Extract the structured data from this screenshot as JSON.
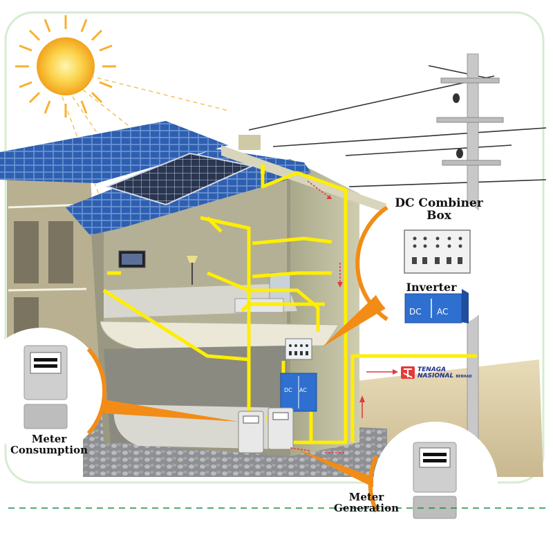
{
  "labels": {
    "dc_combiner_line1": "DC Combiner",
    "dc_combiner_line2": "Box",
    "inverter": "Inverter",
    "meter_consumption_line1": "Meter",
    "meter_consumption_line2": "Consumption",
    "meter_generation_line1": "Meter",
    "meter_generation_line2": "Generation"
  },
  "inverter_box": {
    "left": "DC",
    "right": "AC"
  },
  "brand": {
    "line1": "TENAGA",
    "line2": "NASIONAL",
    "suffix": "BERHAD"
  },
  "colors": {
    "wire": "#ffee00",
    "sky_sun": "#f7c231",
    "roof_tiles": "#2f5fb0",
    "inverter": "#2e6fd0",
    "callout": "#f28c16",
    "frame_border": "#d6ecd0",
    "dashed_line": "#1c8a4a",
    "ground": "#d8c8a0"
  }
}
